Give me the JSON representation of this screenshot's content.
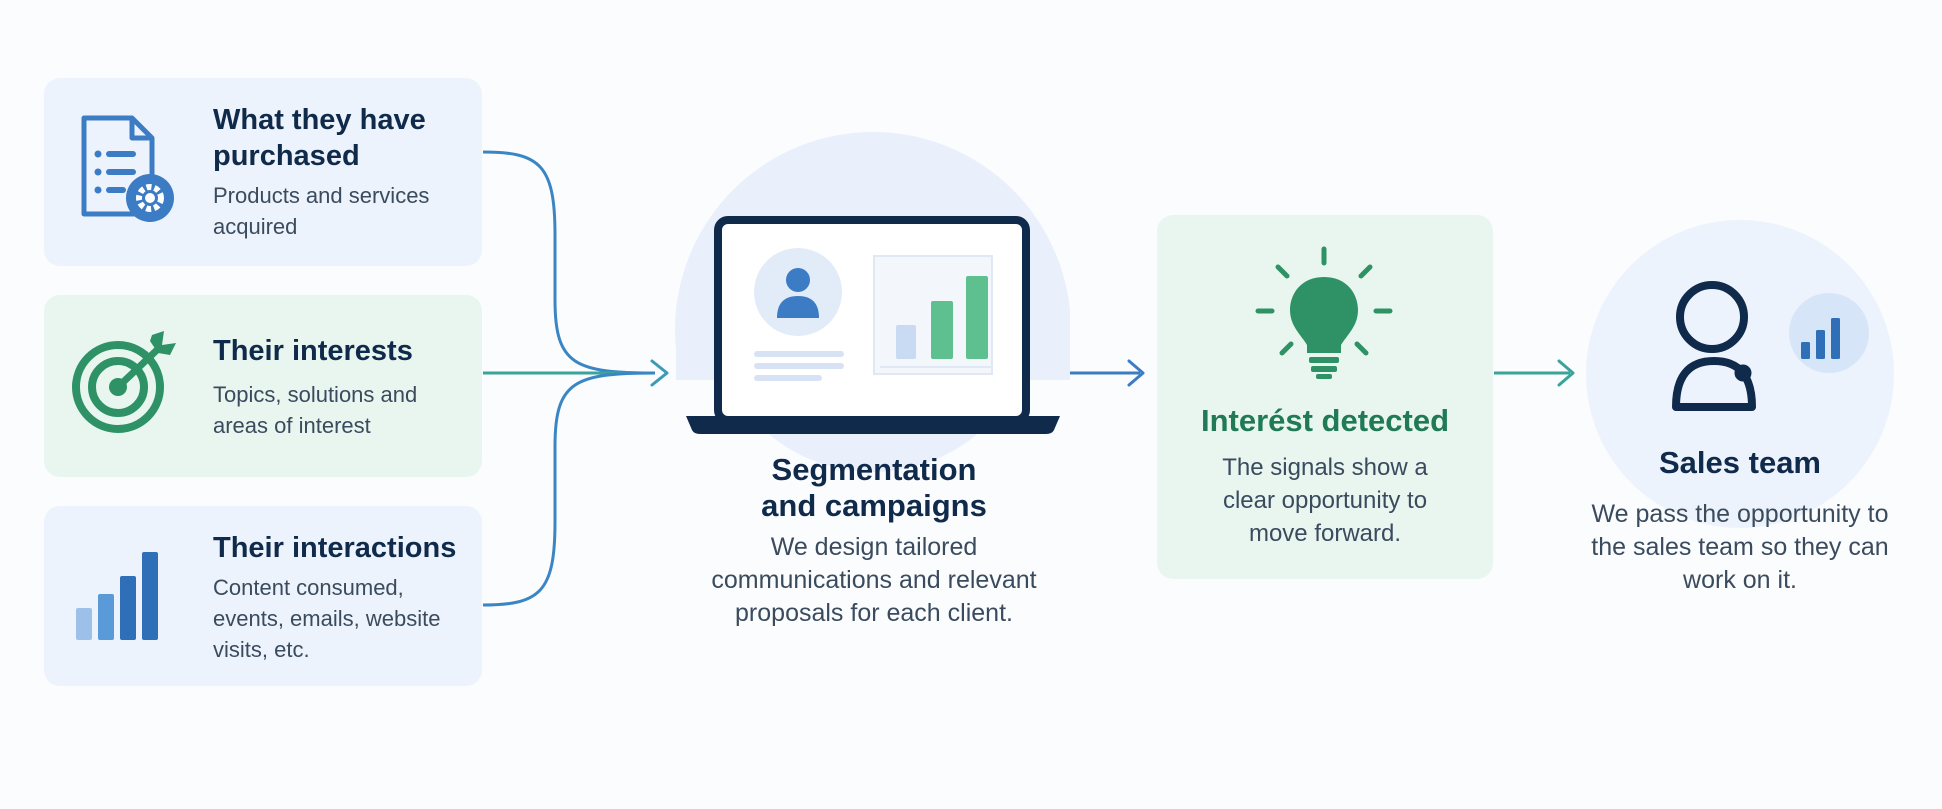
{
  "inputs": [
    {
      "title": "What they have purchased",
      "description": "Products and services acquired",
      "icon": "document-gear-icon"
    },
    {
      "title": "Their interests",
      "description": "Topics, solutions and areas of interest",
      "icon": "target-icon"
    },
    {
      "title": "Their interactions",
      "description": "Content consumed, events, emails, website visits, etc.",
      "icon": "bar-chart-icon"
    }
  ],
  "segmentation": {
    "title_line1": "Segmentation",
    "title_line2": "and campaigns",
    "description": "We design tailored communications and relevant proposals for each client.",
    "icon": "laptop-dashboard-icon"
  },
  "interest": {
    "title": "Interést detected",
    "description": "The signals show a clear opportunity to move forward.",
    "icon": "lightbulb-icon"
  },
  "sales": {
    "title": "Sales team",
    "description": "We pass the opportunity to the sales team so they can work on it.",
    "icon": "person-chart-icon"
  },
  "colors": {
    "navy": "#0f2a4a",
    "blue": "#3b7cc4",
    "green": "#2e9266",
    "teal": "#3aa39a",
    "light_blue_bg": "#edf3fc",
    "light_green_bg": "#e9f6ef"
  }
}
